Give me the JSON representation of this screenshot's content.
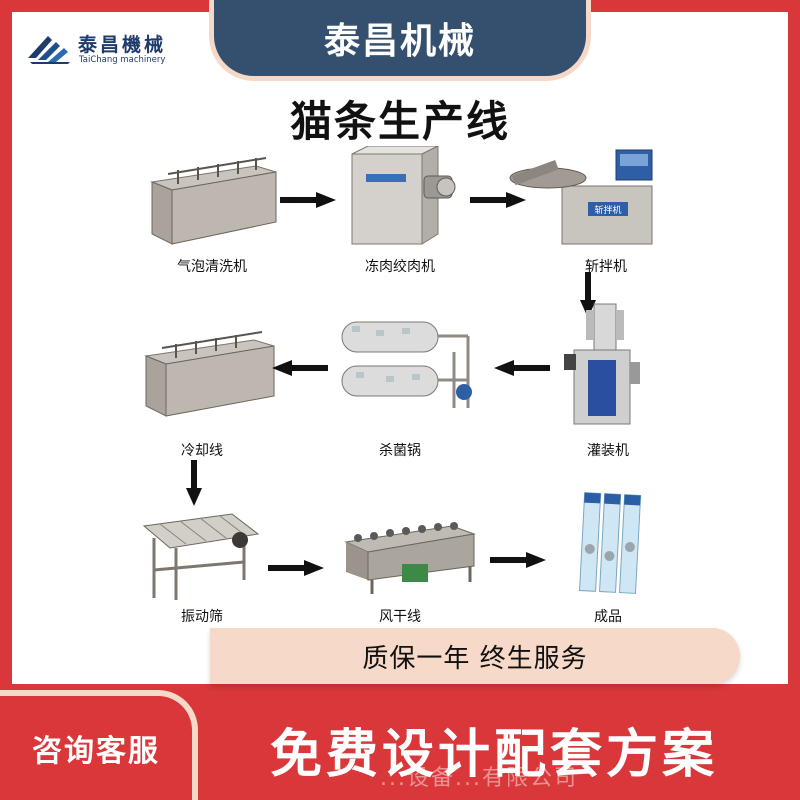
{
  "brand": {
    "name_cn": "泰昌機械",
    "name_en": "TaiChang machinery",
    "header": "泰昌机械"
  },
  "title": "猫条生产线",
  "steps": [
    {
      "label": "气泡清洗机"
    },
    {
      "label": "冻肉绞肉机"
    },
    {
      "label": "斩拌机"
    },
    {
      "label": "冷却线"
    },
    {
      "label": "杀菌锅"
    },
    {
      "label": "灌装机"
    },
    {
      "label": "振动筛"
    },
    {
      "label": "风干线"
    },
    {
      "label": "成品"
    }
  ],
  "chop_nameplate": "斩拌机",
  "warranty": "质保一年 终生服务",
  "consult": "咨询客服",
  "free_design": "免费设计配套方案",
  "watermark": "...设备...有限公司",
  "colors": {
    "red": "#d9373a",
    "navy": "#34506e",
    "cream": "#f6d9c8"
  }
}
